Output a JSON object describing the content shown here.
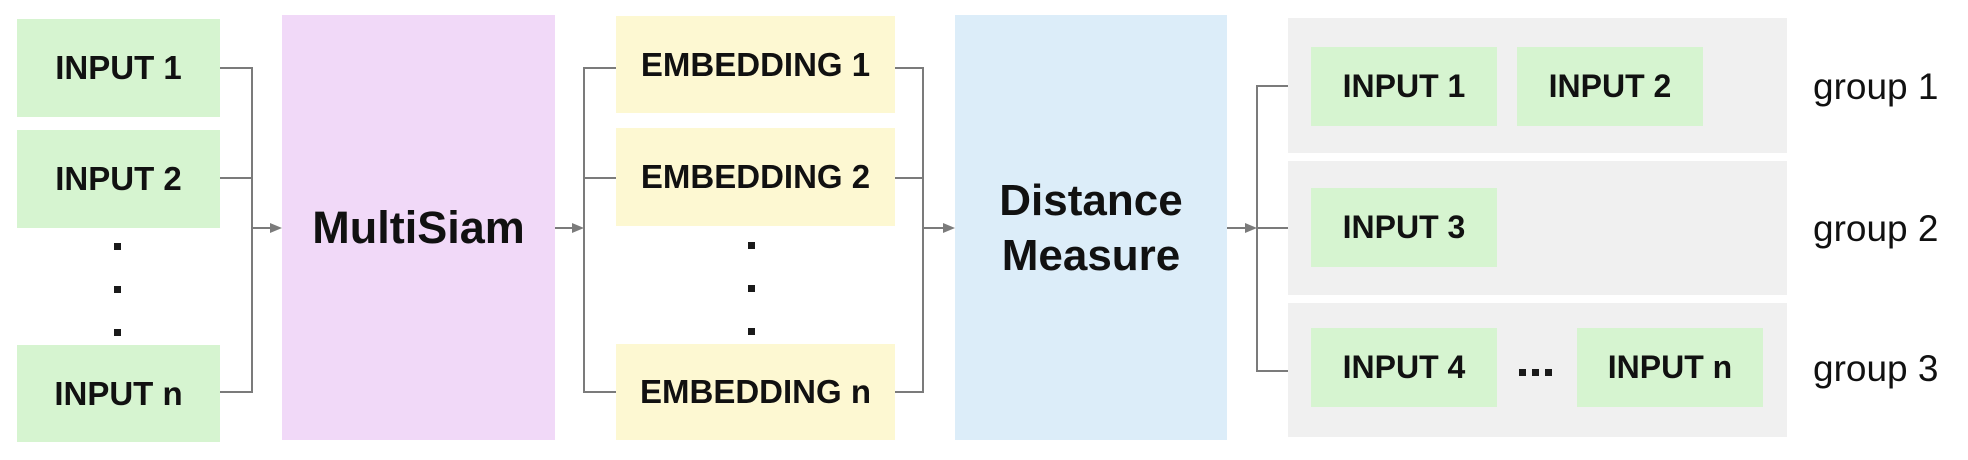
{
  "colors": {
    "input_green": "#d6f4d0",
    "model_purple": "#f1d9f8",
    "embedding_yellow": "#fdf8d2",
    "distance_blue": "#dcedf9",
    "group_gray": "#f0f0f0",
    "connector_gray": "#7b7b7b",
    "text_black": "#111111"
  },
  "pipeline": {
    "inputs": [
      {
        "label": "INPUT 1"
      },
      {
        "label": "INPUT 2"
      },
      {
        "label": "INPUT n"
      }
    ],
    "inputs_ellipsis": "...",
    "model": {
      "label": "MultiSiam"
    },
    "embeddings": [
      {
        "label": "EMBEDDING 1"
      },
      {
        "label": "EMBEDDING 2"
      },
      {
        "label": "EMBEDDING n"
      }
    ],
    "embeddings_ellipsis": "...",
    "distance": {
      "lines": [
        "Distance",
        "Measure"
      ]
    },
    "groups": [
      {
        "label": "group 1",
        "items": [
          "INPUT 1",
          "INPUT 2"
        ]
      },
      {
        "label": "group 2",
        "items": [
          "INPUT 3"
        ]
      },
      {
        "label": "group 3",
        "items": [
          "INPUT 4",
          "...",
          "INPUT n"
        ],
        "ellipsis": "..."
      }
    ]
  }
}
